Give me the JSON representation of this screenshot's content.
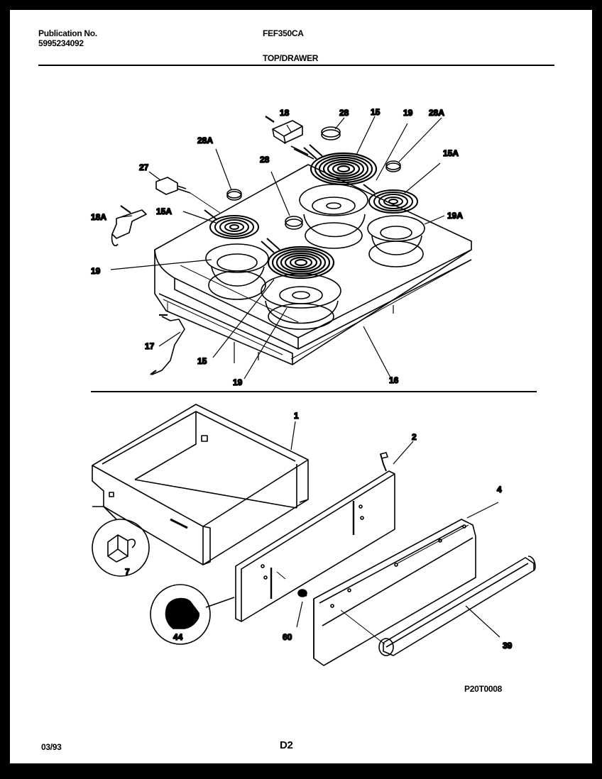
{
  "header": {
    "publication_label": "Publication No.",
    "publication_number": "5995234092",
    "model": "FEF350CA",
    "section_title": "TOP/DRAWER"
  },
  "footer": {
    "date": "03/93",
    "page": "D2",
    "figure_code": "P20T0008"
  },
  "top_callouts": {
    "c18": "18",
    "c28_top": "28",
    "c15_top": "15",
    "c19_top": "19",
    "c28A_right": "28A",
    "c28A_left": "28A",
    "c27": "27",
    "c28_mid": "28",
    "c15A_right": "15A",
    "c18A": "18A",
    "c15A_left": "15A",
    "c19A": "19A",
    "c19_left": "19",
    "c17": "17",
    "c15_bottom": "15",
    "c19_bottom": "19",
    "c16": "16"
  },
  "bottom_callouts": {
    "c1": "1",
    "c2": "2",
    "c4": "4",
    "c7": "7",
    "c44": "44",
    "c60": "60",
    "c39": "39"
  }
}
